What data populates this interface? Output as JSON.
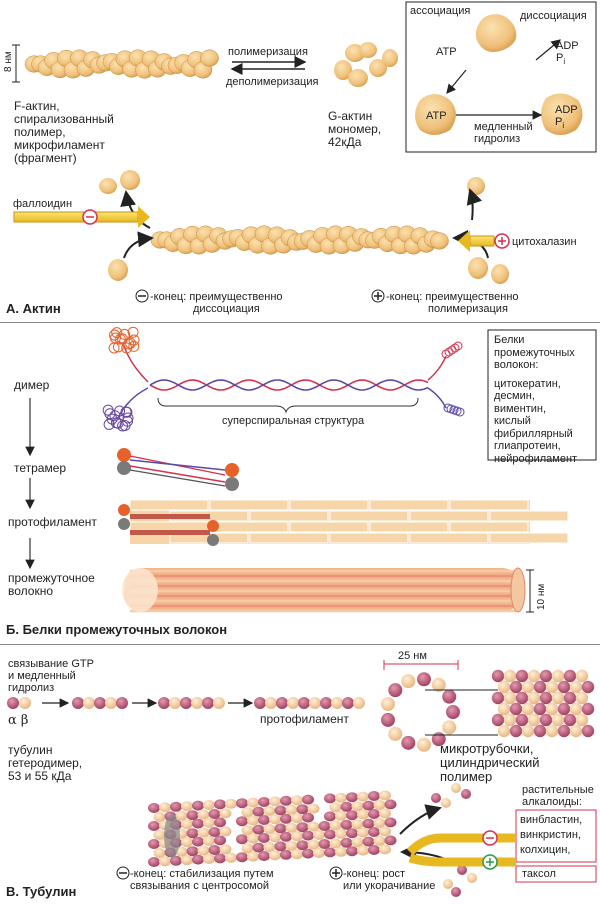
{
  "colors": {
    "bead": "#efc07a",
    "bead_dark": "#d9a050",
    "arrow_yellow": "#f3d52a",
    "arrow_red": "#d6314e",
    "tubulin_a": "#b75070",
    "tubulin_b": "#f0c898"
  },
  "actin": {
    "scale_label": "8 нм",
    "f_actin_label": [
      "F-актин,",
      "спирализованный",
      "полимер,",
      "микрофиламент",
      "(фрагмент)"
    ],
    "polymerization": "полимеризация",
    "depolymerization": "деполимеризация",
    "g_actin_label": [
      "G-актин",
      "мономер,",
      "42кДа"
    ],
    "cycle": {
      "association": "ассоциация",
      "dissociation": "диссоциация",
      "atp": "ATP",
      "adp": "ADP",
      "pi": "P",
      "pi_sub": "i",
      "slow_hydrolysis": [
        "медленный",
        "гидролиз"
      ]
    },
    "phalloidin": "фаллоидин",
    "cytochalasin": "цитохалазин",
    "minus_end": [
      "-конец:",
      "преимущественно",
      "диссоциация"
    ],
    "plus_end": [
      "-конец:",
      "преимущественно",
      "полимеризация"
    ],
    "section_title": "А. Актин"
  },
  "intermediate": {
    "box_lines": [
      "Белки",
      "промежуточных",
      "волокон:",
      "",
      "цитокератин,",
      "десмин,",
      "виментин,",
      "кислый",
      "фибриллярный",
      "глиапротеин,",
      "нейрофиламент"
    ],
    "dimer": "димер",
    "coiled_coil": "суперспиральная структура",
    "tetramer": "тетрамер",
    "protofilament": "протофиламент",
    "fiber": [
      "промежуточное",
      "волокно"
    ],
    "scale_label": "10 нм",
    "section_title": "Б. Белки промежуточных волокон"
  },
  "tubulin": {
    "gtp_label": [
      "связывание GTP",
      "и медленный",
      "гидролиз"
    ],
    "alpha_beta": "α β",
    "heterodimer": [
      "тубулин",
      "гетеродимер,",
      "53 и 55 кДа"
    ],
    "protofilament": "протофиламент",
    "scale_label": "25 нм",
    "microtubule": [
      "микротрубочки,",
      "цилиндрический",
      "полимер"
    ],
    "alkaloids_title": [
      "растительные",
      "алкалоиды:"
    ],
    "alkaloids": [
      "винбластин,",
      "винкристин,",
      "колхицин,"
    ],
    "taxol": "таксол",
    "minus_end": [
      "-конец: стабилизация путем",
      "связывания с центросомой"
    ],
    "plus_end": [
      "-конец: рост",
      "или укорачивание"
    ],
    "section_title": "В. Тубулин"
  }
}
